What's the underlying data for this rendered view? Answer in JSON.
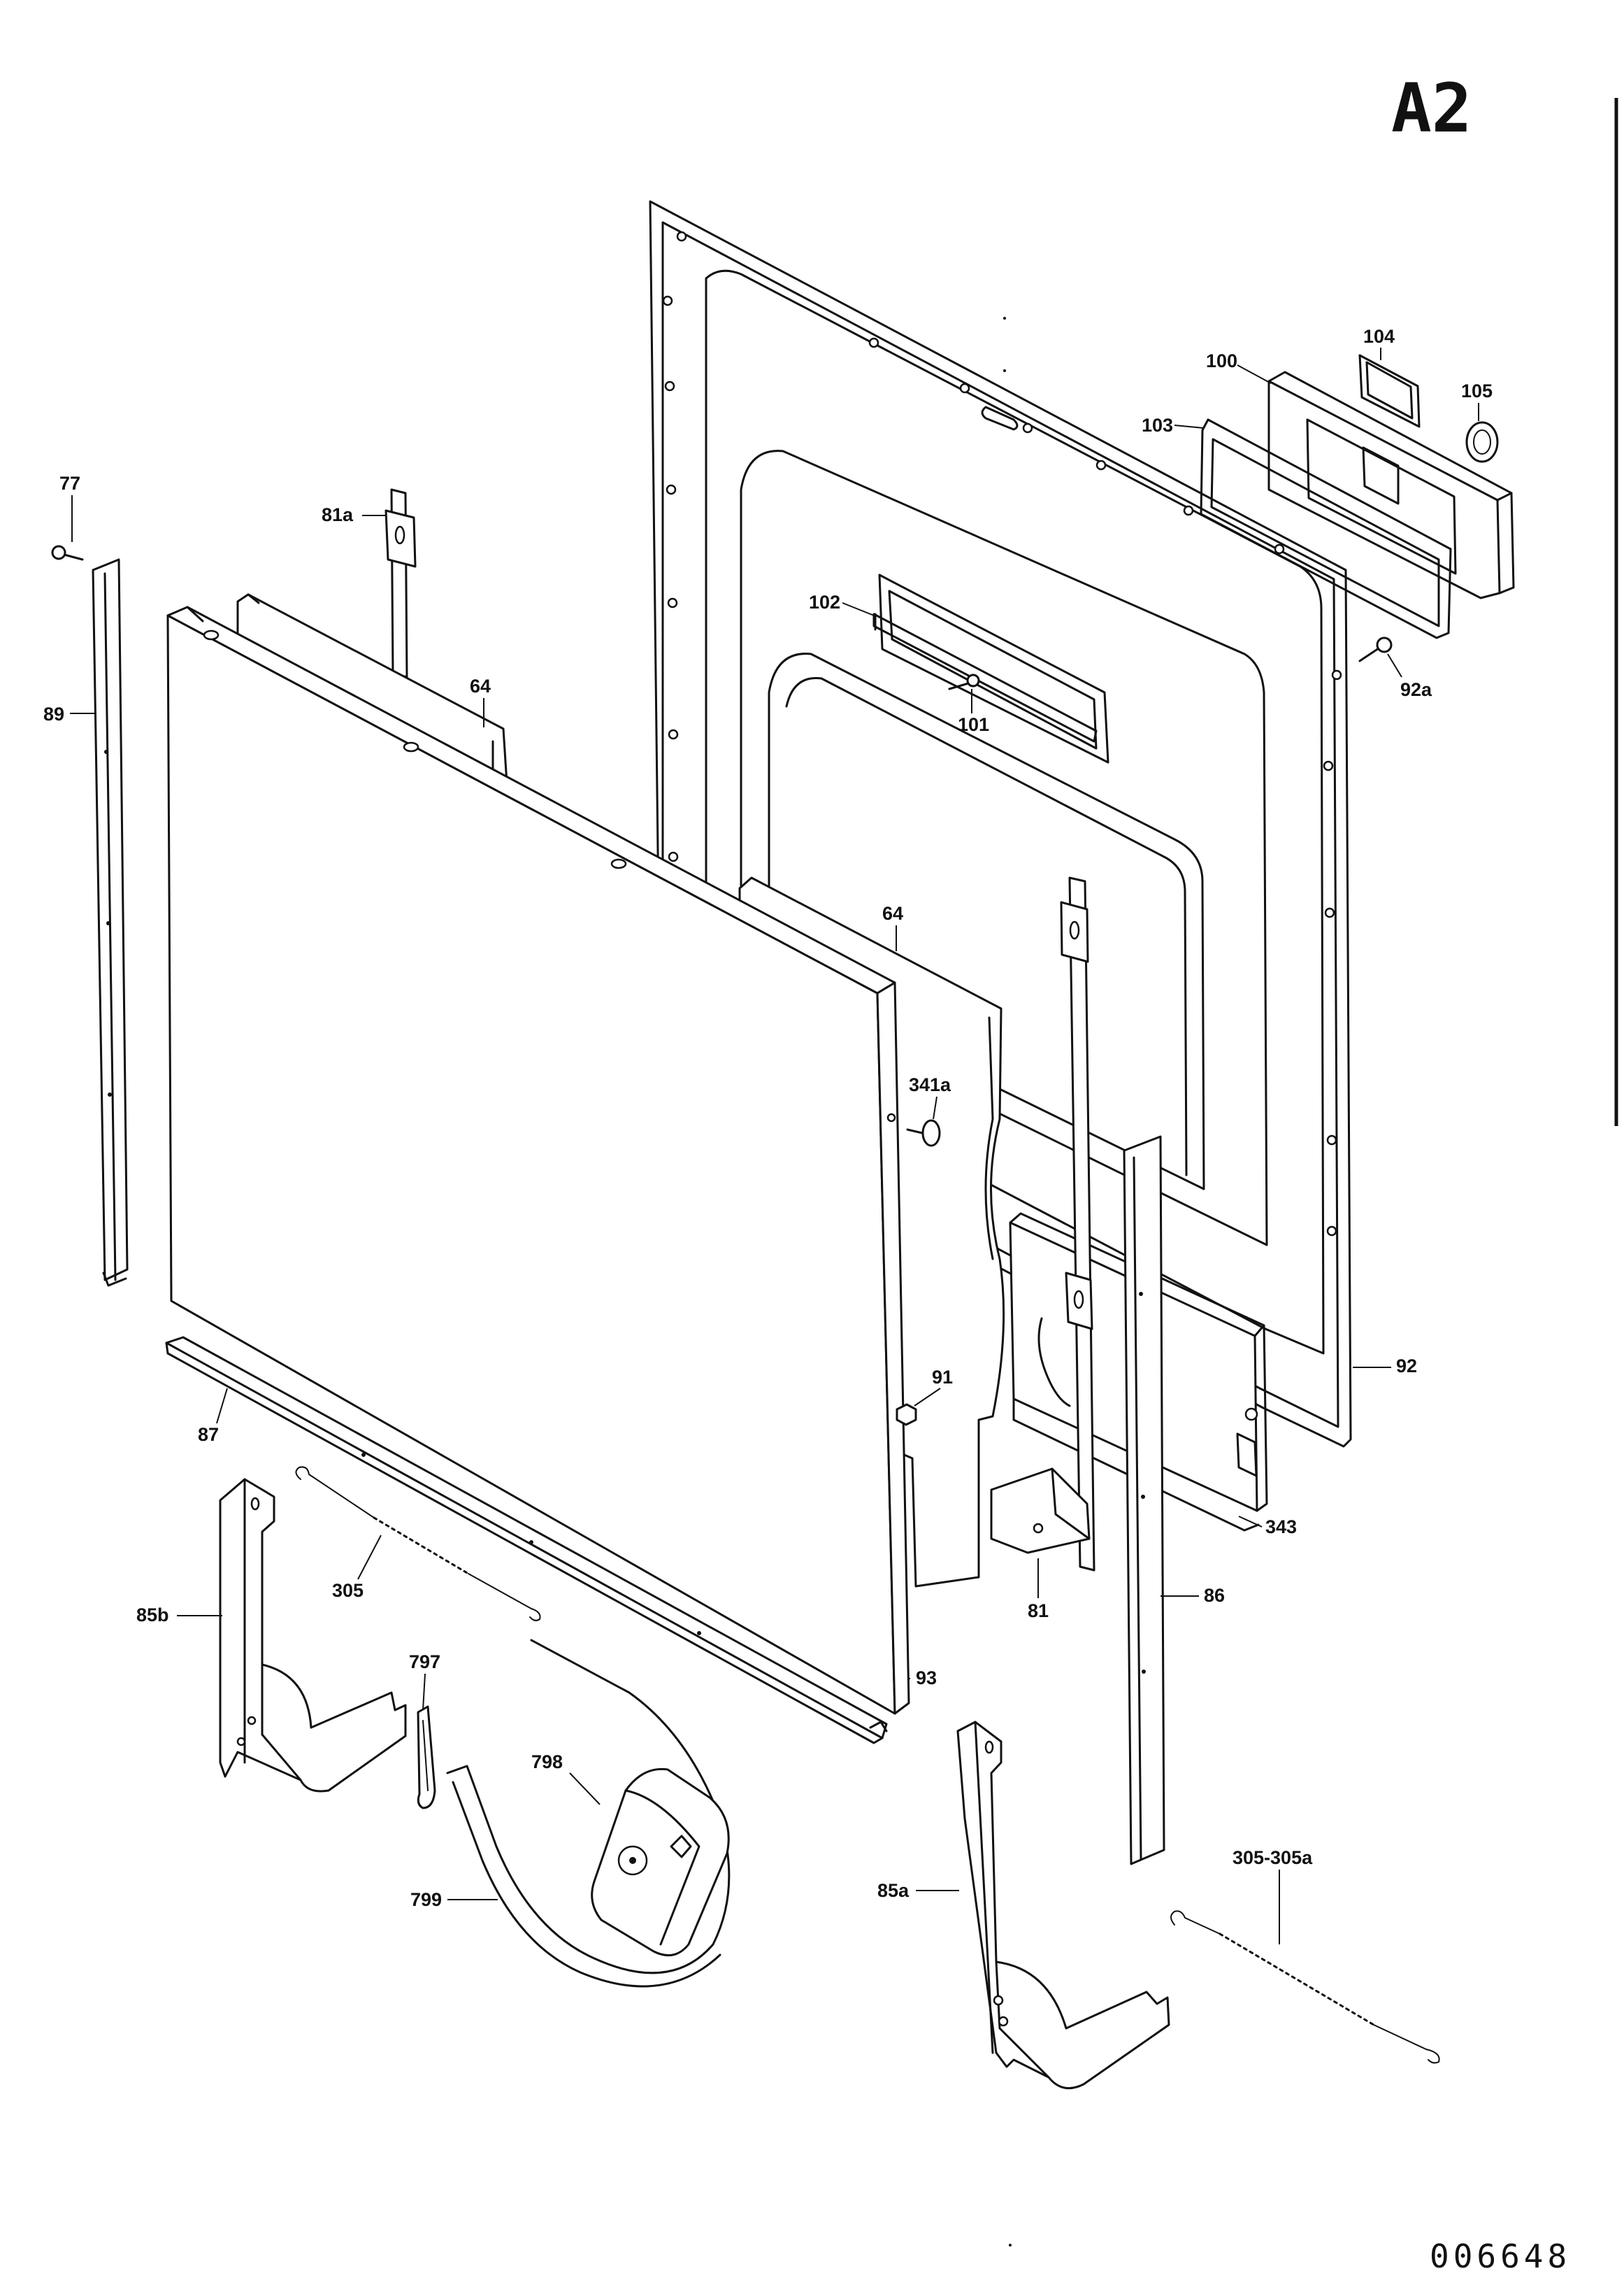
{
  "diagram": {
    "title": "A2",
    "code": "006648",
    "labels": {
      "p77": "77",
      "p81a": "81a",
      "p89": "89",
      "p64_top": "64",
      "p64_mid": "64",
      "p100": "100",
      "p104": "104",
      "p105": "105",
      "p103": "103",
      "p102": "102",
      "p101": "101",
      "p92a": "92a",
      "p341a": "341a",
      "p92": "92",
      "p91": "91",
      "p87": "87",
      "p343": "343",
      "p305": "305",
      "p85b": "85b",
      "p81": "81",
      "p86": "86",
      "p797": "797",
      "p93": "93",
      "p798": "798",
      "p799": "799",
      "p85a": "85a",
      "p305_305a": "305-305a"
    }
  }
}
